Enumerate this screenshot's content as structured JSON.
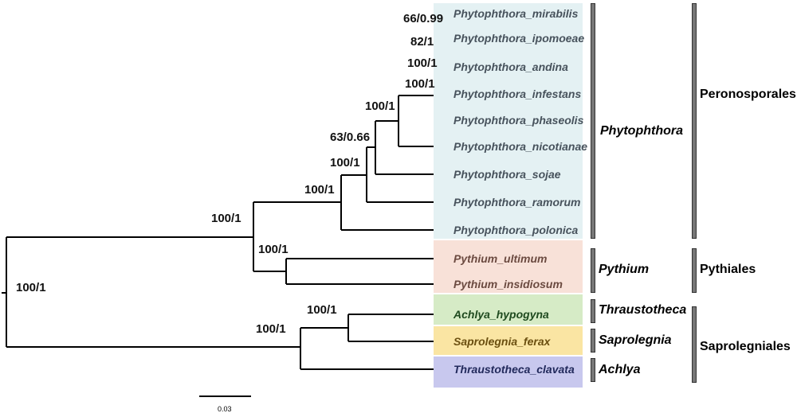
{
  "taxa": [
    {
      "name": "Phytophthora_mirabilis",
      "color": "#47525c",
      "box": "#e4f1f3"
    },
    {
      "name": "Phytophthora_ipomoeae",
      "color": "#47525c",
      "box": "#e4f1f3"
    },
    {
      "name": "Phytophthora_andina",
      "color": "#47525c",
      "box": "#e4f1f3"
    },
    {
      "name": "Phytophthora_infestans",
      "color": "#47525c",
      "box": "#e4f1f3"
    },
    {
      "name": "Phytophthora_phaseolis",
      "color": "#47525c",
      "box": "#e4f1f3"
    },
    {
      "name": "Phytophthora_nicotianae",
      "color": "#47525c",
      "box": "#e4f1f3"
    },
    {
      "name": "Phytophthora_sojae",
      "color": "#47525c",
      "box": "#e4f1f3"
    },
    {
      "name": "Phytophthora_ramorum",
      "color": "#47525c",
      "box": "#e4f1f3"
    },
    {
      "name": "Phytophthora_polonica",
      "color": "#47525c",
      "box": "#e4f1f3"
    },
    {
      "name": "Pythium_ultimum",
      "color": "#6b4a40",
      "box": "#f8e1d8"
    },
    {
      "name": "Pythium_insidiosum",
      "color": "#6b4a40",
      "box": "#f8e1d8"
    },
    {
      "name": "Achlya_hypogyna",
      "color": "#1f4a1f",
      "box": "#d6ebc6"
    },
    {
      "name": "Saprolegnia_ferax",
      "color": "#6b4f10",
      "box": "#fae5a3"
    },
    {
      "name": "Thraustotheca_clavata",
      "color": "#222a5c",
      "box": "#c8c8ee"
    }
  ],
  "supports": [
    {
      "id": "s1",
      "text": "66/0.99"
    },
    {
      "id": "s2",
      "text": "82/1"
    },
    {
      "id": "s3",
      "text": "100/1"
    },
    {
      "id": "s4",
      "text": "100/1"
    },
    {
      "id": "s5",
      "text": "100/1"
    },
    {
      "id": "s6",
      "text": "63/0.66"
    },
    {
      "id": "s7",
      "text": "100/1"
    },
    {
      "id": "s8",
      "text": "100/1"
    },
    {
      "id": "s9",
      "text": "100/1"
    },
    {
      "id": "s10",
      "text": "100/1"
    },
    {
      "id": "s11",
      "text": "100/1"
    },
    {
      "id": "s12",
      "text": "100/1"
    },
    {
      "id": "s13",
      "text": "100/1"
    }
  ],
  "genus_labels": [
    "Phytophthora",
    "Pythium",
    "Thraustotheca",
    "Saprolegnia",
    "Achlya"
  ],
  "order_labels": [
    "Peronosporales",
    "Pythiales",
    "Saprolegniales"
  ],
  "scale_bar": {
    "label": "0.03"
  }
}
